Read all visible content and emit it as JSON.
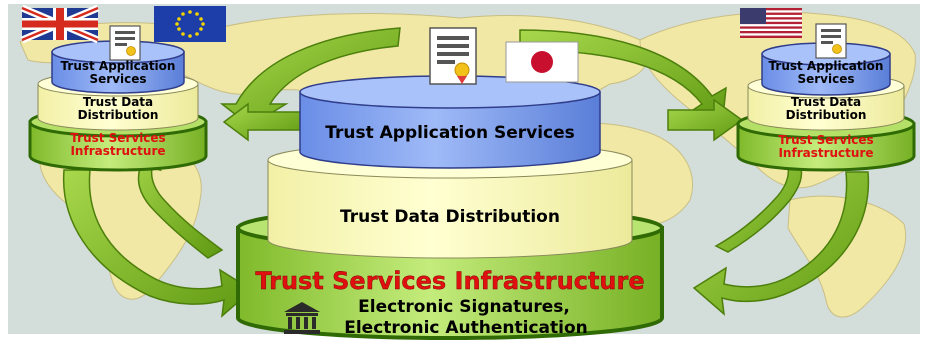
{
  "left_stack": {
    "app_services": "Trust Application Services",
    "data_distribution": "Trust Data Distribution",
    "infrastructure": "Trust Services Infrastructure"
  },
  "right_stack": {
    "app_services": "Trust Application Services",
    "data_distribution": "Trust Data Distribution",
    "infrastructure": "Trust Services Infrastructure"
  },
  "center_stack": {
    "app_services": "Trust Application Services",
    "data_distribution": "Trust Data Distribution",
    "infrastructure": "Trust Services Infrastructure",
    "detail_line1": "Electronic Signatures,",
    "detail_line2": "Electronic Authentication"
  },
  "flags": {
    "left": [
      "uk-flag",
      "eu-flag"
    ],
    "center": "japan-flag",
    "right": "us-flag"
  },
  "colors": {
    "background": "#d3ddd9",
    "map_land": "#f1e8a6",
    "app_layer": "#7b9ef0",
    "data_layer": "#fcfbba",
    "infra_layer": "#9ed446",
    "infra_text": "#e01010",
    "arrow_green": "#7cb41c"
  }
}
